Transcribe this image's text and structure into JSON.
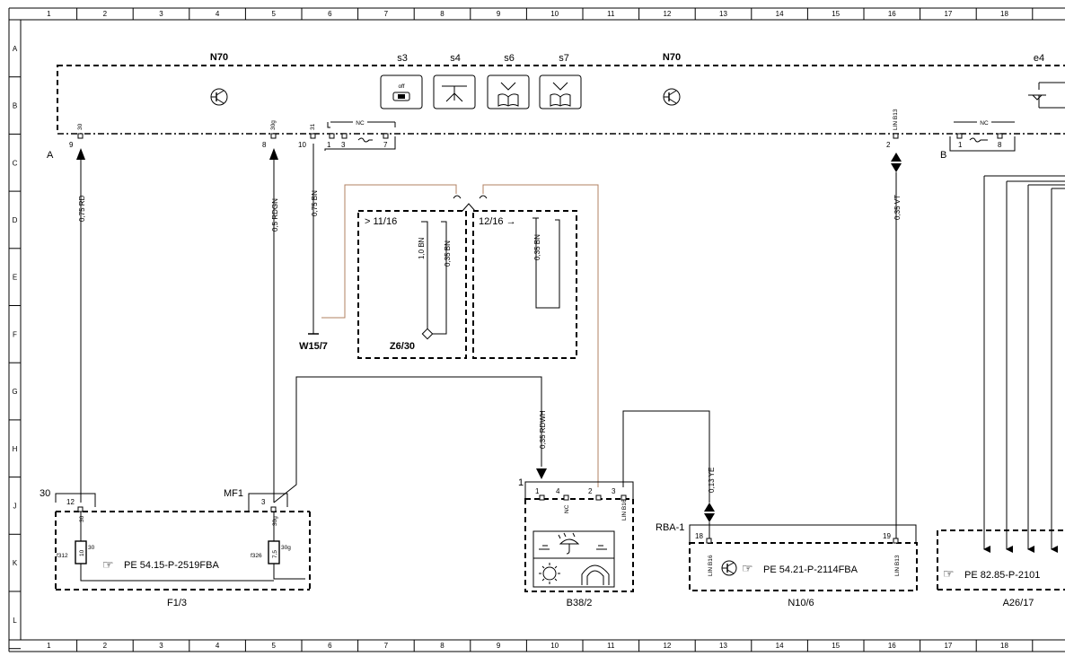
{
  "ruler": {
    "columns": [
      "1",
      "2",
      "3",
      "4",
      "5",
      "6",
      "7",
      "8",
      "9",
      "10",
      "11",
      "12",
      "13",
      "14",
      "15",
      "16",
      "17",
      "18"
    ],
    "rows": [
      "A",
      "B",
      "C",
      "D",
      "E",
      "F",
      "G",
      "H",
      "J",
      "K",
      "L"
    ]
  },
  "components": {
    "n70_left": "N70",
    "n70_right": "N70",
    "s3": "s3",
    "s4": "s4",
    "s6": "s6",
    "s7": "s7",
    "e4": "e4",
    "s3_text": "off",
    "w15_7": "W15/7",
    "z6_30": "Z6/30",
    "f1_3": "F1/3",
    "b38_2": "B38/2",
    "n10_6": "N10/6",
    "a26_17": "A26/17"
  },
  "connectors": {
    "a": "A",
    "b": "B",
    "c30": "30",
    "mf1": "MF1",
    "b38_pin1": "1",
    "rba1": "RBA-1"
  },
  "n70_pins": {
    "p9": "9",
    "p8": "8",
    "p10": "10",
    "p1": "1",
    "p3": "3",
    "p7": "7",
    "p2": "2",
    "b1": "1",
    "b8": "8",
    "t30": "30",
    "t30g": "30g",
    "t31": "31",
    "tlin": "LIN B13",
    "nc": "NC"
  },
  "wires": {
    "w1": "0,75 RD",
    "w2": "0,5 RDGN",
    "w3": "0,75 BN",
    "w4": "0,35 VT",
    "w5": "0,35 RDWH",
    "w6": "0,13 YE",
    "z1": "1,0 BN",
    "z2": "0,35 BN",
    "z3": "0,35 BN"
  },
  "zones": {
    "z1": "> 11/16",
    "z2": "12/16 →"
  },
  "fuses": {
    "f1_pin": "12",
    "f1_term": "30",
    "f1_name": "f312",
    "f1_val": "10",
    "f1_side": "30",
    "f2_pin": "3",
    "f2_term": "30g",
    "f2_name": "f326",
    "f2_val": "7,5",
    "f2_side": "30g"
  },
  "b38_pins": {
    "p1": "1",
    "p4": "4",
    "p2": "2",
    "p3": "3",
    "nc": "NC",
    "lin": "LIN B16"
  },
  "n10_pins": {
    "p18": "18",
    "p19": "19",
    "lin16": "LIN B16",
    "lin13": "LIN B13"
  },
  "references": {
    "r1": "PE 54.15-P-2519FBA",
    "r2": "PE 54.21-P-2114FBA",
    "r3": "PE 82.85-P-2101"
  }
}
